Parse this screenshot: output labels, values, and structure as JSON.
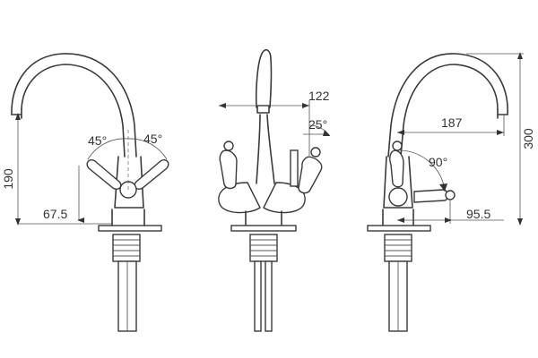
{
  "views": {
    "left": {
      "height_label": "190",
      "base_offset_label": "67.5",
      "handle_angle_left": "45°",
      "handle_angle_right": "45°"
    },
    "center": {
      "spout_offset_label": "122",
      "handle_angle_label": "25°"
    },
    "right": {
      "height_label": "300",
      "spout_reach_label": "187",
      "handle_angle_label": "90°",
      "handle_offset_label": "95.5"
    }
  }
}
